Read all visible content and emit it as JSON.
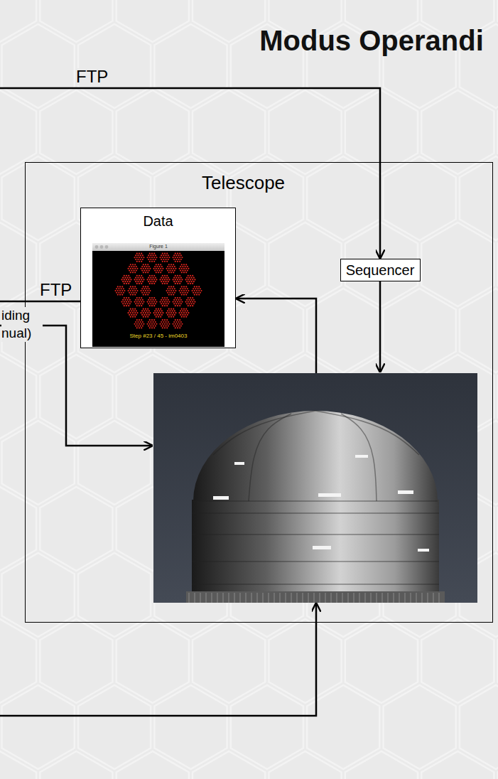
{
  "diagram": {
    "title": "Modus Operandi",
    "nodes": [
      {
        "text": [
          "Telescope"
        ]
      },
      {
        "text": [
          "Data"
        ],
        "in": 0
      },
      {
        "text": [
          "Sequencer"
        ],
        "in": 0
      }
    ],
    "labels": [
      "FTP",
      "FTP",
      "iding nual)",
      "Figure 1",
      "Step #23 / 45 - im0403"
    ]
  }
}
